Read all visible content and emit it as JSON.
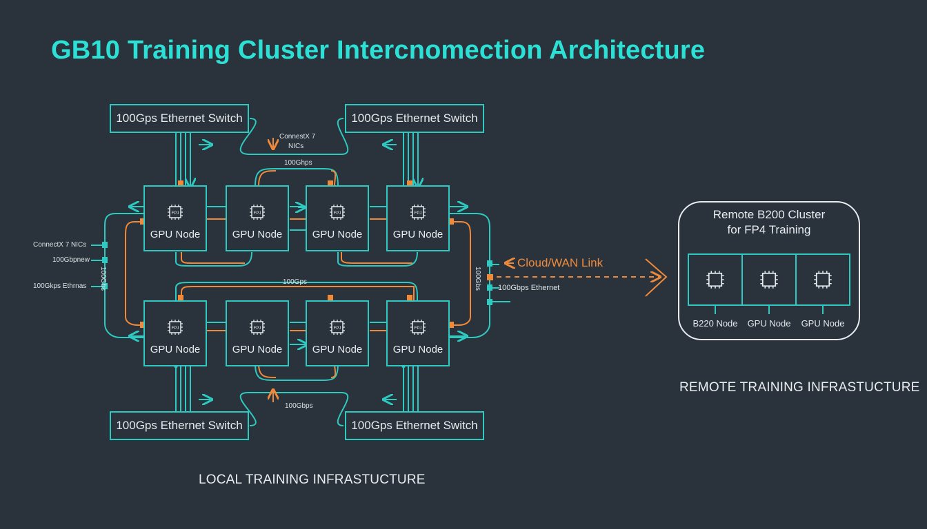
{
  "title": "GB10 Training Cluster Intercnomection Architecture",
  "switches": {
    "top_left": "100Gps Ethernet Switch",
    "top_right": "100Gps Ethernet Switch",
    "bottom_left": "100Gps Ethernet Switch",
    "bottom_right": "100Gps Ethernet Switch"
  },
  "nodes": {
    "label": "GPU Node",
    "chip_text": "FPJ"
  },
  "link_labels": {
    "connectx_top": "ConnestX 7",
    "nics_top": "NICs",
    "top_speed": "100Ghps",
    "mid_speed": "100Gps",
    "bottom_speed": "100Gbps",
    "left_connectx": "ConnectX 7 NICs",
    "left_100g": "100Gbpnew",
    "left_ethernet": "100Gkps Ethrnas",
    "left_vertical": "100Gbs",
    "right_vertical": "100Gbs",
    "right_ethernet": "100Gbps Ethernet"
  },
  "wan_label": "Cloud/WAN Link",
  "remote": {
    "title_line1": "Remote B200 Cluster",
    "title_line2": "for FP4 Training",
    "nodes": [
      "B220 Node",
      "GPU Node",
      "GPU Node"
    ]
  },
  "sections": {
    "local": "LOCAL TRAINING INFRASTUCTURE",
    "remote": "REMOTE TRAINING INFRASTUCTURE"
  },
  "colors": {
    "background": "#2a323b",
    "teal": "#2ec9c0",
    "title_teal": "#2de0d6",
    "orange": "#f08a3a",
    "text": "#e6ecef"
  },
  "icons": {
    "chip": "cpu-chip-icon",
    "arrow": "arrow-icon",
    "wan_arrow": "chevron-right-icon"
  }
}
